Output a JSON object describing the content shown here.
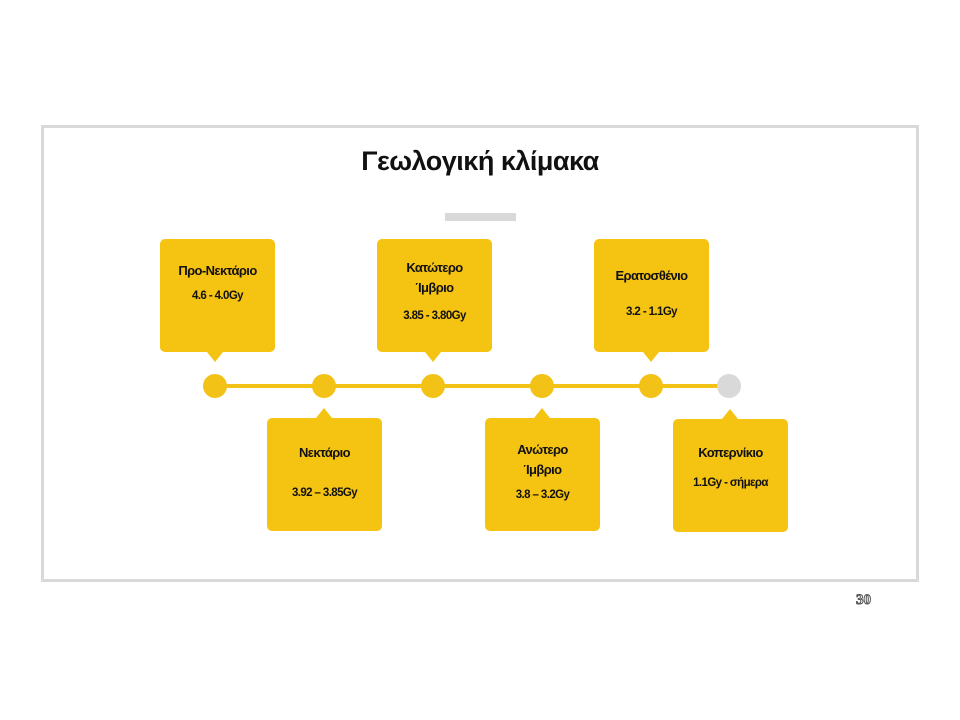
{
  "slide": {
    "title": "Γεωλογική κλίμακα",
    "page_number": "30"
  },
  "colors": {
    "accent": "#f5c312",
    "line": "#f2c216",
    "inactive": "#d9d9d9",
    "frame": "#d9d9d9"
  },
  "periods": [
    {
      "name": "Προ-Νεκτάριο",
      "range": "4.6 - 4.0Gy"
    },
    {
      "name": "Νεκτάριο",
      "range": "3.92 – 3.85Gy"
    },
    {
      "name": "Κατώτερο Ίμβριο",
      "range": "3.85 - 3.80Gy"
    },
    {
      "name": "Ανώτερο Ίμβριο",
      "range": "3.8 – 3.2Gy"
    },
    {
      "name": "Ερατοσθένιο",
      "range": "3.2 - 1.1Gy"
    },
    {
      "name": "Κοπερνίκιο",
      "range": "1.1Gy - σήμερα"
    }
  ]
}
